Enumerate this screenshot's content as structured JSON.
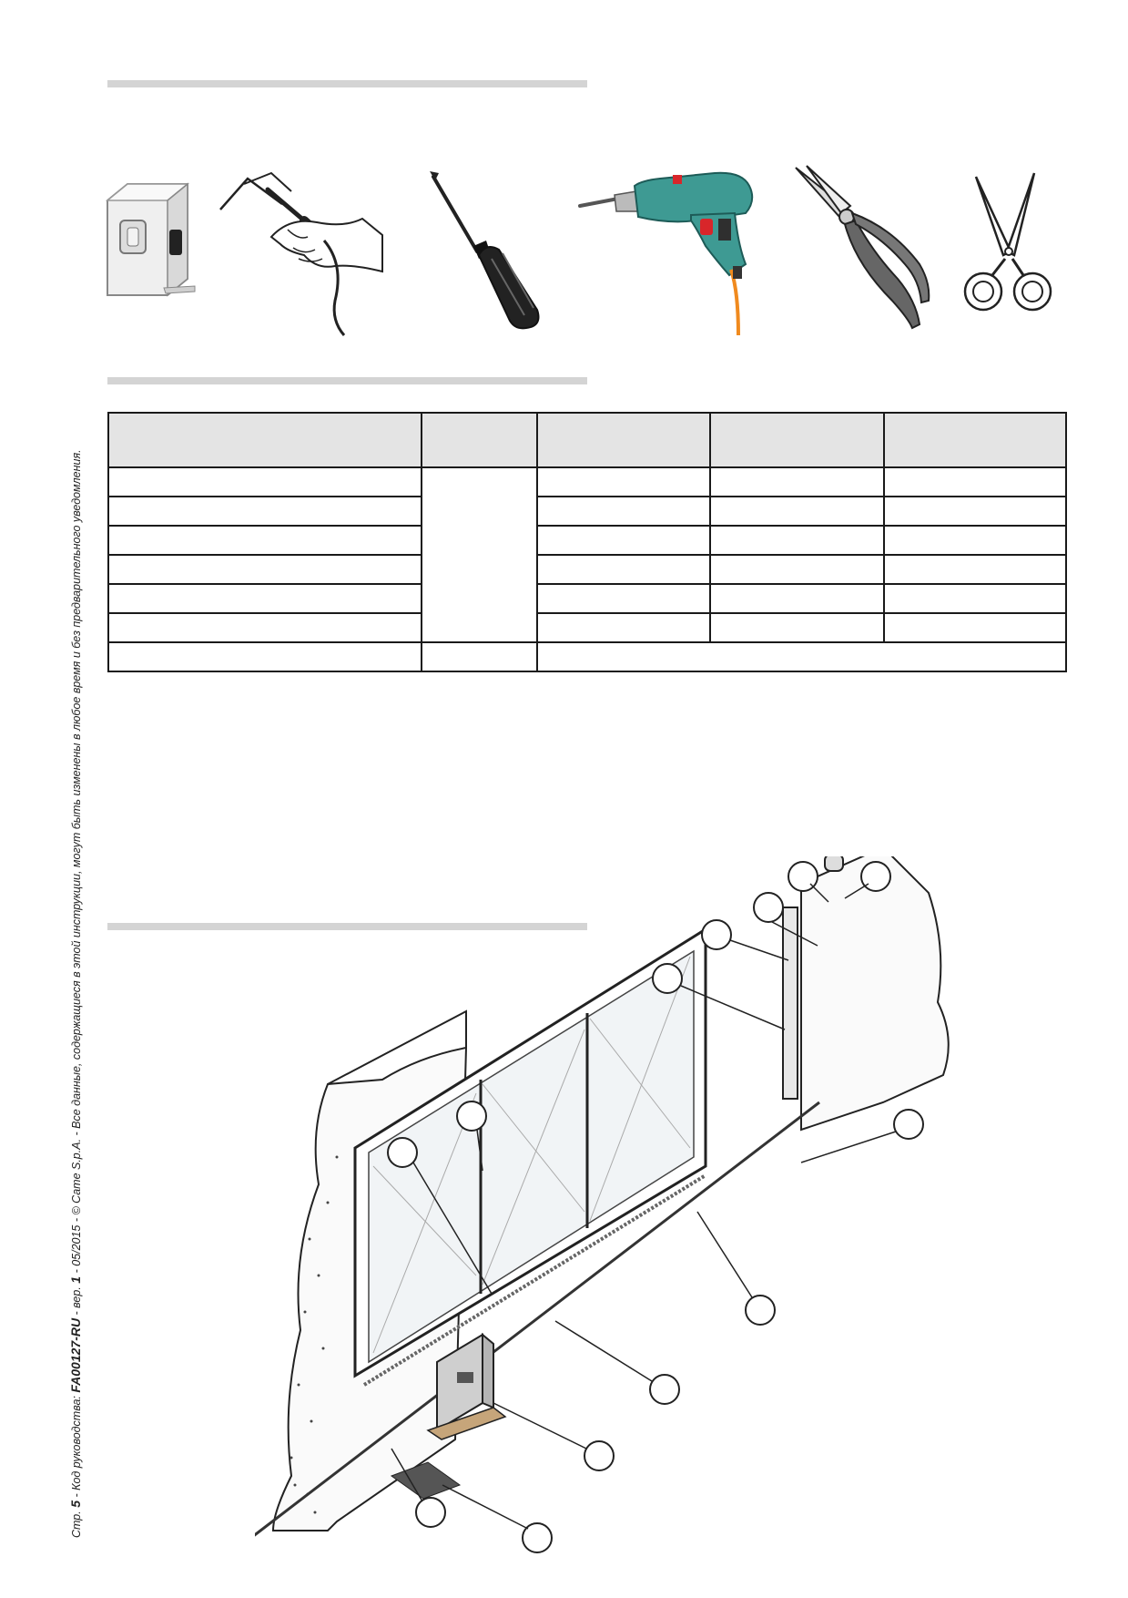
{
  "footer": {
    "page_prefix": "Стр. ",
    "page_number": "5",
    "code_label": " - Код руководства: ",
    "manual_code": "FA00127-RU",
    "version_prefix": " - вер. ",
    "version": "1",
    "date_and_rights": " - 05/2015 - © Came S.p.A. - Все данные, содержащиеся в этой инструкции, могут быть изменены в любое время и без предварительного уведомления."
  },
  "tools": [
    "tape-measure-icon",
    "soldering-iron-icon",
    "screwdriver-icon",
    "electric-drill-icon",
    "pliers-icon",
    "scissors-icon"
  ],
  "colors": {
    "section_bar": "#d4d4d4",
    "table_header": "#e4e4e4",
    "drill_body": "#3e9a93",
    "drill_cable": "#f08a1e",
    "drill_trigger": "#d8262a"
  },
  "table": {
    "header_count": 5,
    "body_rows": 7
  }
}
